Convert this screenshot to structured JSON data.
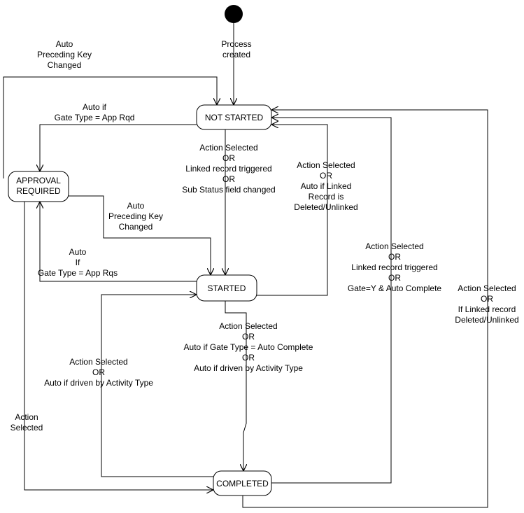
{
  "diagram": {
    "states": {
      "not_started": "NOT STARTED",
      "approval_line1": "APPROVAL",
      "approval_line2": "REQUIRED",
      "started": "STARTED",
      "completed": "COMPLETED"
    },
    "labels": {
      "process_created": [
        "Process",
        "created"
      ],
      "auto_preceding_top": [
        "Auto",
        "Preceding Key",
        "Changed"
      ],
      "auto_if_gate_rqd": [
        "Auto if",
        "Gate Type = App Rqd"
      ],
      "action_linked_sub": [
        "Action Selected",
        "OR",
        "Linked record triggered",
        "OR",
        "Sub Status field changed"
      ],
      "action_auto_linked_deleted": [
        "Action Selected",
        "OR",
        "Auto if Linked",
        "Record is",
        "Deleted/Unlinked"
      ],
      "auto_preceding_mid": [
        "Auto",
        "Preceding Key",
        "Changed"
      ],
      "auto_if_gate_rqs": [
        "Auto",
        "If",
        "Gate Type = App Rqs"
      ],
      "action_linked_gate": [
        "Action Selected",
        "OR",
        "Linked record triggered",
        "OR",
        "Gate=Y & Auto Complete"
      ],
      "action_if_linked_deleted": [
        "Action Selected",
        "OR",
        "If Linked record",
        "Deleted/Unlinked"
      ],
      "action_auto_complete_activity": [
        "Action Selected",
        "OR",
        "Auto if Gate Type = Auto Complete",
        "OR",
        "Auto if driven by Activity Type"
      ],
      "action_auto_activity": [
        "Action Selected",
        "OR",
        "Auto if driven by Activity Type"
      ],
      "action_selected": [
        "Action",
        "Selected"
      ]
    }
  }
}
